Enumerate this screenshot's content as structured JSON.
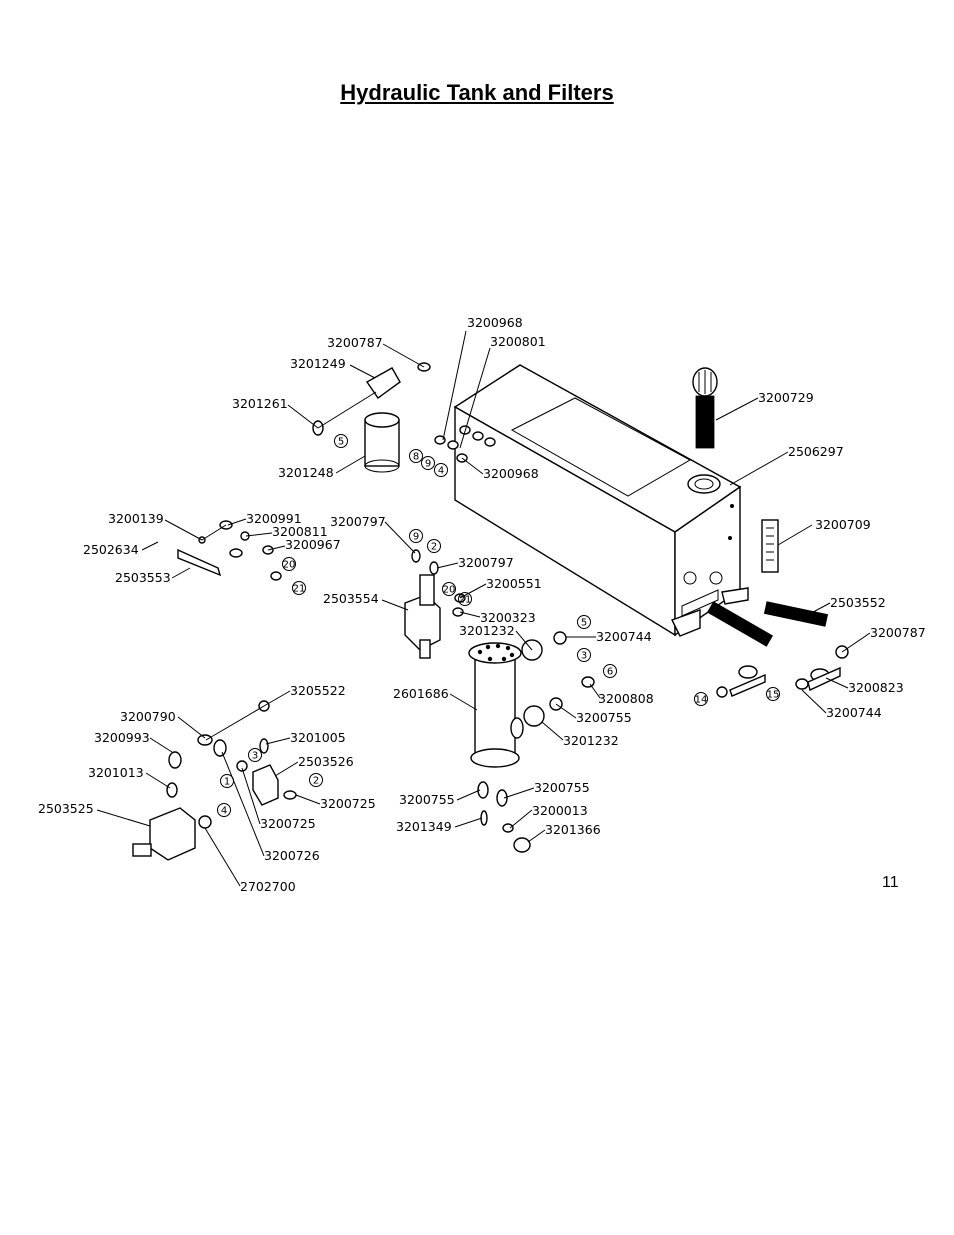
{
  "page": {
    "title": "Hydraulic Tank and Filters",
    "number": "11"
  },
  "labels": [
    "3200968",
    "3200787",
    "3200801",
    "3201249",
    "3200729",
    "3201261",
    "3201248",
    "3200968",
    "2506297",
    "3200139",
    "3200991",
    "3200797",
    "3200709",
    "3200811",
    "2502634",
    "3200967",
    "2503553",
    "3200797",
    "3200551",
    "2503554",
    "3200323",
    "2503552",
    "3201232",
    "3200744",
    "3200787",
    "3200808",
    "3200823",
    "2601686",
    "3205522",
    "3200755",
    "3200744",
    "3200790",
    "3201232",
    "3200993",
    "3201005",
    "2503526",
    "3201013",
    "3200725",
    "3200755",
    "3200755",
    "2503525",
    "3200013",
    "3201349",
    "3201366",
    "3200725",
    "3200726",
    "2702700"
  ],
  "callouts": [
    "5",
    "8",
    "9",
    "4",
    "9",
    "2",
    "20",
    "21",
    "20",
    "21",
    "5",
    "3",
    "6",
    "14",
    "15",
    "3",
    "2",
    "1",
    "4"
  ]
}
